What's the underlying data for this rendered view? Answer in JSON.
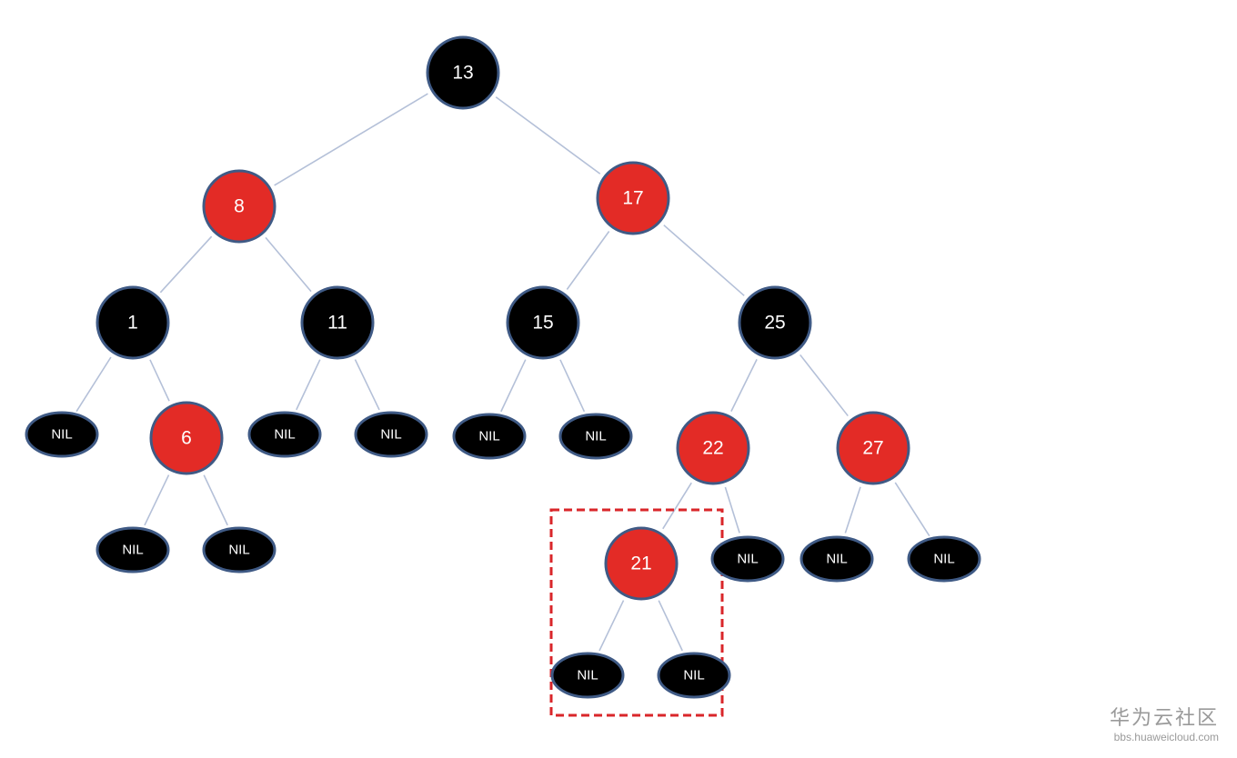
{
  "nodes": {
    "n13": {
      "label": "13",
      "color": "black"
    },
    "n8": {
      "label": "8",
      "color": "red"
    },
    "n17": {
      "label": "17",
      "color": "red"
    },
    "n1": {
      "label": "1",
      "color": "black"
    },
    "n11": {
      "label": "11",
      "color": "black"
    },
    "n15": {
      "label": "15",
      "color": "black"
    },
    "n25": {
      "label": "25",
      "color": "black"
    },
    "n6": {
      "label": "6",
      "color": "red"
    },
    "n22": {
      "label": "22",
      "color": "red"
    },
    "n27": {
      "label": "27",
      "color": "red"
    },
    "n21": {
      "label": "21",
      "color": "red"
    },
    "nil_1L": {
      "label": "NIL",
      "color": "black"
    },
    "nil_6L": {
      "label": "NIL",
      "color": "black"
    },
    "nil_6R": {
      "label": "NIL",
      "color": "black"
    },
    "nil_11L": {
      "label": "NIL",
      "color": "black"
    },
    "nil_11R": {
      "label": "NIL",
      "color": "black"
    },
    "nil_15L": {
      "label": "NIL",
      "color": "black"
    },
    "nil_15R": {
      "label": "NIL",
      "color": "black"
    },
    "nil_22R": {
      "label": "NIL",
      "color": "black"
    },
    "nil_27L": {
      "label": "NIL",
      "color": "black"
    },
    "nil_27R": {
      "label": "NIL",
      "color": "black"
    },
    "nil_21L": {
      "label": "NIL",
      "color": "black"
    },
    "nil_21R": {
      "label": "NIL",
      "color": "black"
    }
  },
  "edges": [
    [
      "n13",
      "n8"
    ],
    [
      "n13",
      "n17"
    ],
    [
      "n8",
      "n1"
    ],
    [
      "n8",
      "n11"
    ],
    [
      "n17",
      "n15"
    ],
    [
      "n17",
      "n25"
    ],
    [
      "n1",
      "nil_1L"
    ],
    [
      "n1",
      "n6"
    ],
    [
      "n6",
      "nil_6L"
    ],
    [
      "n6",
      "nil_6R"
    ],
    [
      "n11",
      "nil_11L"
    ],
    [
      "n11",
      "nil_11R"
    ],
    [
      "n15",
      "nil_15L"
    ],
    [
      "n15",
      "nil_15R"
    ],
    [
      "n25",
      "n22"
    ],
    [
      "n25",
      "n27"
    ],
    [
      "n22",
      "n21"
    ],
    [
      "n22",
      "nil_22R"
    ],
    [
      "n27",
      "nil_27L"
    ],
    [
      "n27",
      "nil_27R"
    ],
    [
      "n21",
      "nil_21L"
    ],
    [
      "n21",
      "nil_21R"
    ]
  ],
  "highlight": {
    "target": "n21",
    "style": "dashed"
  },
  "colors": {
    "black": "#000000",
    "red": "#e32b26",
    "outline": "#3f5a85",
    "edge": "#b4c0d8",
    "highlight": "#d9262a"
  },
  "watermark": {
    "name": "华为云社区",
    "url": "bbs.huaweicloud.com"
  }
}
